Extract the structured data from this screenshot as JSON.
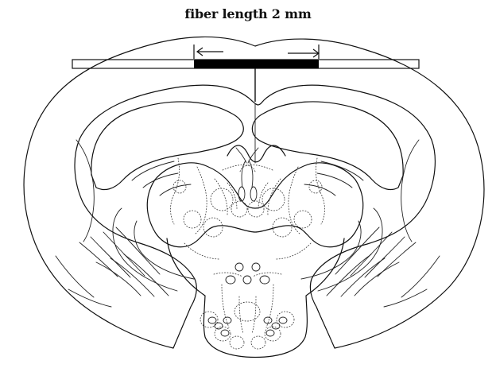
{
  "title": "fiber length 2 mm",
  "fiber": {
    "length_mm": 2,
    "bar_style": "black-center-segment",
    "arrow_left": "left-arrow-icon",
    "arrow_right": "right-arrow-icon"
  },
  "colors": {
    "ink": "#111111",
    "background": "#ffffff",
    "fiber_fill": "#000000"
  }
}
